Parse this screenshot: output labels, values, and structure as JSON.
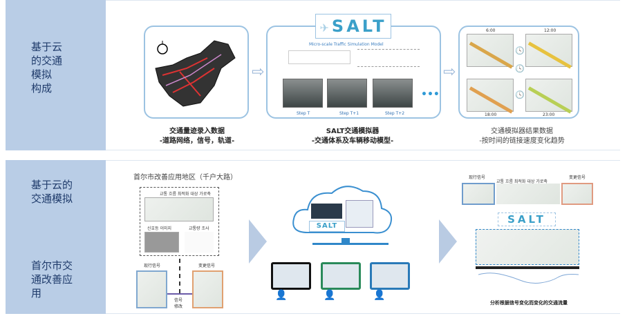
{
  "rows": [
    {
      "label_lines": [
        "基于云",
        "的交通",
        "模拟",
        "构成"
      ]
    },
    {
      "label_top_lines": [
        "基于云的",
        "交通模拟"
      ],
      "label_bottom_lines": [
        "首尔市交",
        "通改善应",
        "用"
      ]
    }
  ],
  "top": {
    "panel1": {
      "caption_line1": "交通量迹录入数据",
      "caption_line2": "-道路网络，信号，轨道-"
    },
    "panel2": {
      "logo": "SALT",
      "model_title": "Micro-scale Traffic Simulation Model",
      "steps": [
        "Step T",
        "Step T+1",
        "Step T+2"
      ],
      "more": "•••",
      "caption_line1": "SALT交通模拟器",
      "caption_line2": "-交通体系及车辆移动模型-"
    },
    "panel3": {
      "times": [
        "6:00",
        "12:00",
        "18:00",
        "23:00"
      ],
      "caption_line1": "交通模拟器结果数据",
      "caption_line2": "-按时间的链接速度变化趋势"
    }
  },
  "bottom": {
    "area_title": "首尔市改善应用地区（千户大路）",
    "map_title": "교통 흐름 최적화 대상 가로축",
    "sub1": "신호등 이미지",
    "sub2": "교통량 조사",
    "current_signal": "现行信号",
    "changed_signal": "变更信号",
    "signal_change": "信号\n修改",
    "cloud_logo": "SALT",
    "right_current_signal": "现行信号",
    "right_changed_signal": "变更信号",
    "right_map_title": "교통 흐름 최적화 대상 가로축",
    "right_logo": "SALT",
    "right_caption": "分析根据信号变化而变化的交通流量"
  }
}
